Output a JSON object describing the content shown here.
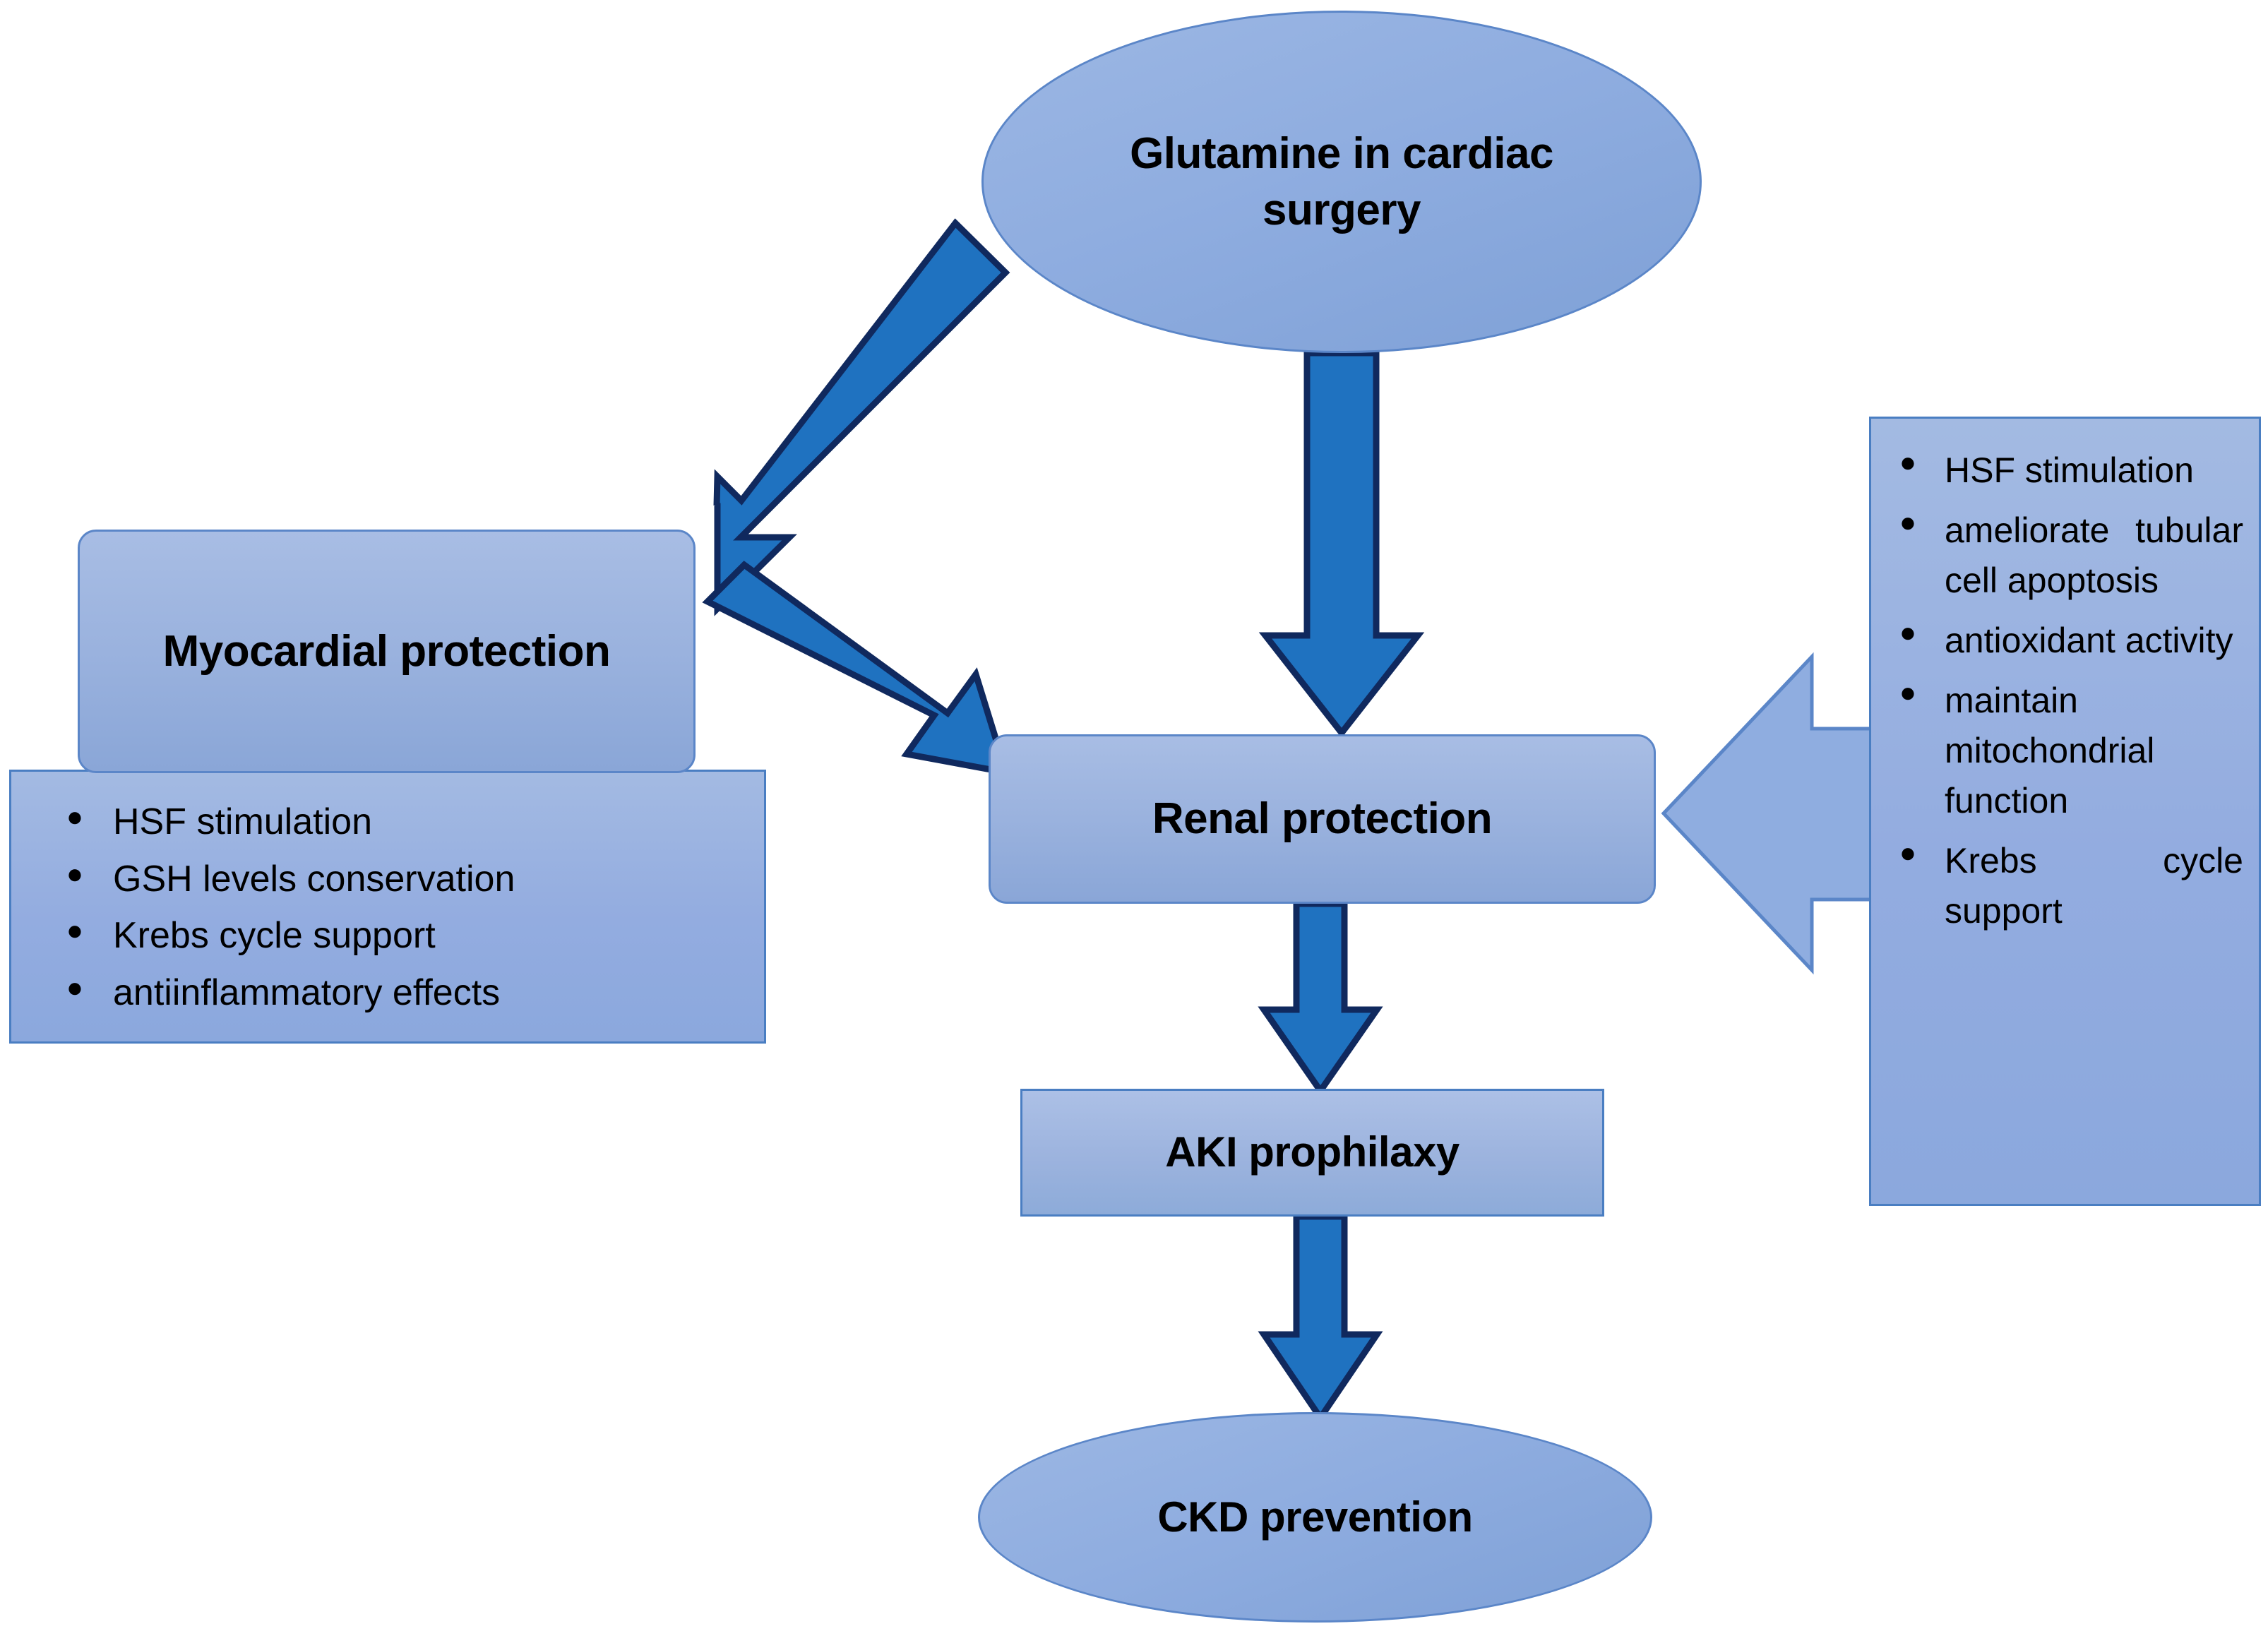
{
  "diagram": {
    "title_node": "Glutamine in cardiac surgery",
    "nodes": {
      "glutamine": "Glutamine in cardiac surgery",
      "myocardial": "Myocardial protection",
      "renal": "Renal protection",
      "aki": "AKI prophilaxy",
      "ckd": "CKD prevention"
    },
    "myocardial_mechanisms": [
      "HSF stimulation",
      "GSH levels conservation",
      "Krebs cycle support",
      "antiinflammatory effects"
    ],
    "renal_mechanisms": [
      "HSF stimulation",
      "ameliorate tubular cell apoptosis",
      "antioxidant activity",
      "maintain mitochondrial function",
      "Krebs cycle support"
    ],
    "bullet_glyph": "●",
    "edges": [
      {
        "from": "Glutamine in cardiac surgery",
        "to": "Myocardial protection",
        "style": "diagonal-down-left",
        "color": "#1f72c0"
      },
      {
        "from": "Glutamine in cardiac surgery",
        "to": "Renal protection",
        "style": "vertical-down",
        "color": "#1f72c0"
      },
      {
        "from": "Myocardial protection",
        "to": "Renal protection",
        "style": "diagonal-down-right",
        "color": "#1f72c0"
      },
      {
        "from": "Renal protection",
        "to": "AKI prophilaxy",
        "style": "vertical-down",
        "color": "#1f72c0"
      },
      {
        "from": "AKI prophilaxy",
        "to": "CKD prevention",
        "style": "vertical-down",
        "color": "#1f72c0"
      },
      {
        "from": "myocardial_mechanisms",
        "to": "Myocardial protection",
        "style": "block-up",
        "color": "#8fade0"
      },
      {
        "from": "renal_mechanisms",
        "to": "Renal protection",
        "style": "block-left",
        "color": "#8fade0"
      }
    ],
    "colors": {
      "node_fill": "#9ab2de",
      "node_border": "#5b86c8",
      "arrow_fill": "#1f72c0",
      "arrow_border": "#10295e",
      "light_arrow_fill": "#8fade0",
      "text": "#000000",
      "background": "#ffffff"
    }
  }
}
